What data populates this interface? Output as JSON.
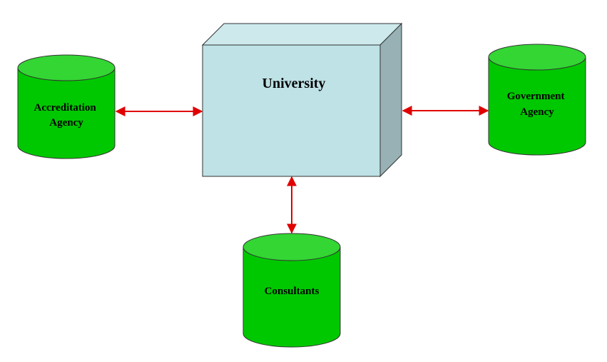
{
  "nodes": {
    "university": {
      "label": "University"
    },
    "accreditation": {
      "label_lines": [
        "Accreditation",
        "Agency"
      ]
    },
    "government": {
      "label_lines": [
        "Government",
        "Agency"
      ]
    },
    "consultants": {
      "label": "Consultants"
    }
  },
  "colors": {
    "box_front": "#bee2e6",
    "box_top": "#cde9ec",
    "box_side": "#97b1b5",
    "cylinder_body": "#00c800",
    "cylinder_top": "#33d633",
    "connector": "#e00000",
    "outline": "#333333"
  }
}
